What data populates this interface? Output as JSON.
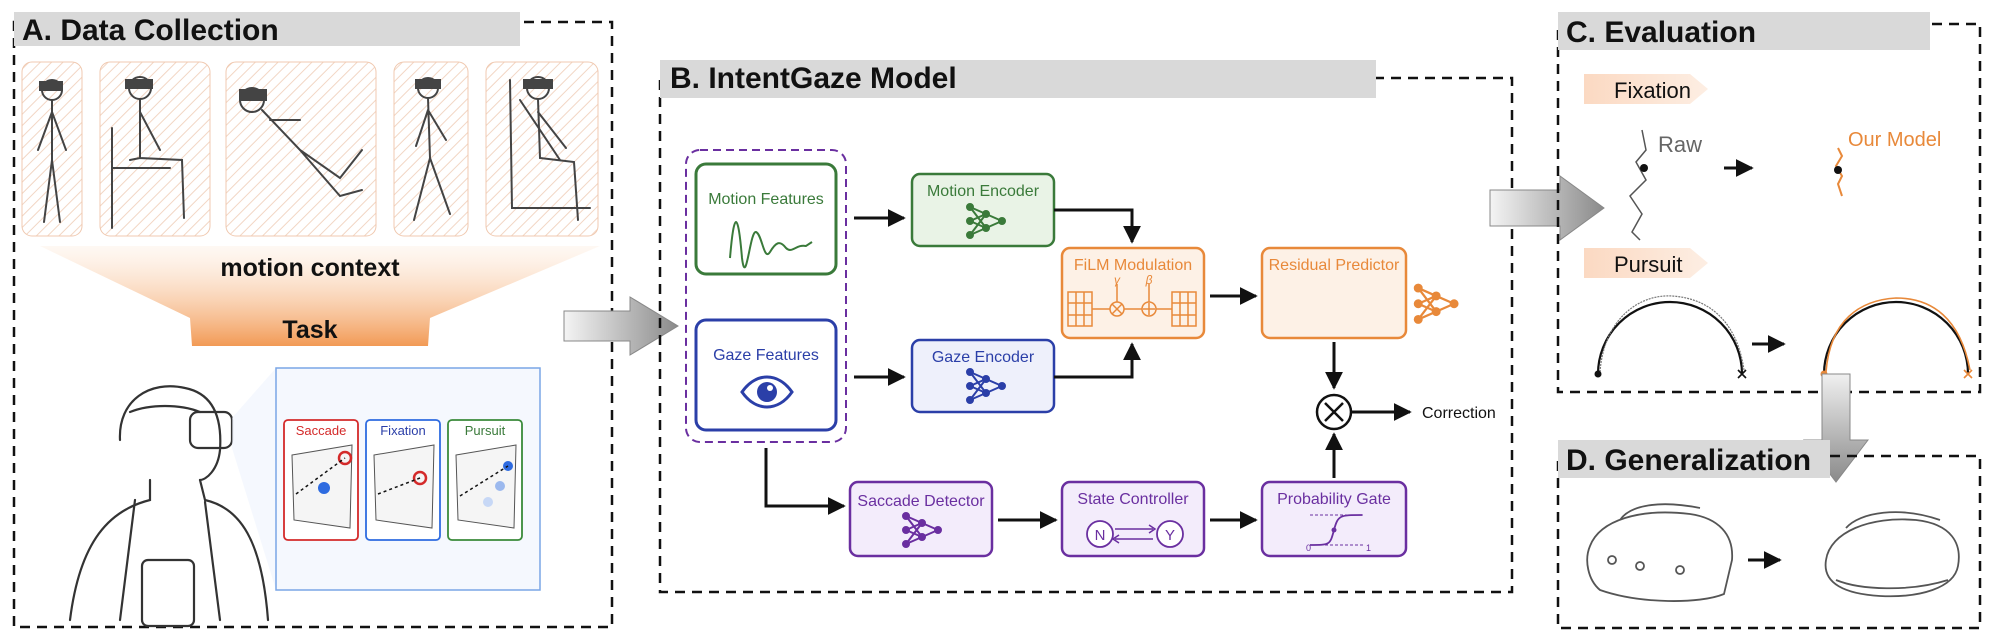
{
  "sections": {
    "a": {
      "title": "A. Data Collection",
      "motion_context": "motion context",
      "task": "Task",
      "tasks": [
        "Saccade",
        "Fixation",
        "Pursuit"
      ]
    },
    "b": {
      "title": "B. IntentGaze Model",
      "motion_features": "Motion Features",
      "gaze_features": "Gaze Features",
      "motion_encoder": "Motion Encoder",
      "gaze_encoder": "Gaze Encoder",
      "film": "FiLM Modulation",
      "residual": "Residual Predictor",
      "saccade_detector": "Saccade Detector",
      "state_controller": "State Controller",
      "prob_gate": "Probability Gate",
      "correction": "Correction",
      "gamma": "γ",
      "beta": "β",
      "state_n": "N",
      "state_y": "Y",
      "gate_zero": "0",
      "gate_one": "1"
    },
    "c": {
      "title": "C. Evaluation",
      "fixation": "Fixation",
      "pursuit": "Pursuit",
      "raw": "Raw",
      "our_model": "Our Model"
    },
    "d": {
      "title": "D. Generalization"
    }
  },
  "colors": {
    "green": "#3a7a3a",
    "blue": "#2b3fa8",
    "purple": "#6a2fa0",
    "orange": "#e8893a",
    "red": "#d42a2a",
    "gray_band": "#d9d9d9"
  },
  "icons": [
    "person-standing-icon",
    "person-sitting-icon",
    "person-reclining-icon",
    "person-walking-icon",
    "person-car-seat-icon",
    "eye-icon",
    "neural-net-icon",
    "multiply-icon",
    "arrow-icon",
    "vr-headset-icon"
  ]
}
